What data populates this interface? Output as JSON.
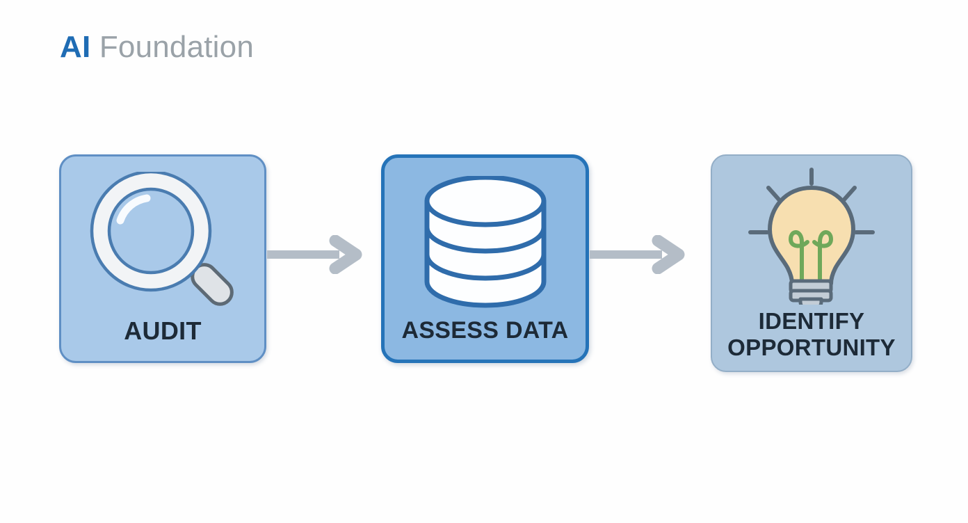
{
  "page": {
    "background_color": "#fefefe",
    "title_prefix": "AI",
    "title_suffix": " Foundation",
    "title_prefix_color": "#1f6cb4",
    "title_suffix_color": "#9aa2a8"
  },
  "diagram_data": {
    "type": "flow",
    "direction": "left-to-right",
    "step_count": 3,
    "connector": "arrow",
    "steps": [
      {
        "id": "audit",
        "label": "AUDIT",
        "icon": "magnifying-glass-icon",
        "highlighted": false,
        "background_color": "#a9c9e9",
        "border_color": "#5f8fc4",
        "label_color": "#1d2a37"
      },
      {
        "id": "assess-data",
        "label": "ASSESS DATA",
        "icon": "database-icon",
        "highlighted": true,
        "background_color": "#8cb8e2",
        "border_color": "#2573b8",
        "label_color": "#1d2a37"
      },
      {
        "id": "identify-opportunity",
        "label": "IDENTIFY OPPORTUNITY",
        "icon": "lightbulb-icon",
        "highlighted": false,
        "background_color": "#aec7de",
        "border_color": "#93aec7",
        "label_color": "#1d2a37"
      }
    ],
    "arrow_color": "#b4bdc7"
  },
  "icons": {
    "magnifying_glass": {
      "lens_ring_color": "#f2f4f6",
      "lens_outline_color": "#4a7cb0",
      "handle_color": "#d2d7dc",
      "handle_outline_color": "#5d6a75",
      "highlight_color": "#ffffff"
    },
    "database": {
      "fill_color": "#fdfeff",
      "stroke_color": "#2f6cab"
    },
    "lightbulb": {
      "bulb_fill_color": "#f7dfb0",
      "outline_color": "#5a6b7a",
      "filament_color": "#6fa85a",
      "base_color": "#c3cdd6",
      "ray_color": "#5a6b7a"
    }
  }
}
